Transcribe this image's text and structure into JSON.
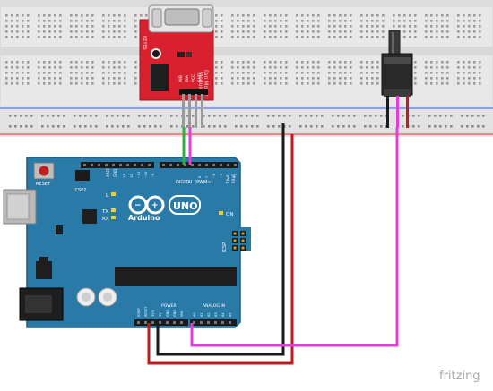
{
  "module": {
    "label_lines": [
      "Fan Motor",
      "Module"
    ],
    "side_text": "KEYES",
    "pin_labels": [
      "INB",
      "INA",
      "VCC",
      "GND"
    ]
  },
  "arduino": {
    "brand": "Arduino",
    "model": "UNO",
    "reset_label": "RESET",
    "icsp2_label": "ICSP2",
    "icsp_label": "ICSP",
    "l_label": "L",
    "tx_label": "TX",
    "rx_label": "RX",
    "on_label": "ON",
    "digital_label": "DIGITAL (PWM~)",
    "aref_label": "AREF",
    "gnd_label": "GND",
    "tx_pin_label": "TX▸1",
    "rx_pin_label": "RX◂0",
    "power_label": "POWER",
    "analog_label": "ANALOG IN",
    "power_pins": [
      "IOREF",
      "RESET",
      "3V3",
      "5V",
      "GND",
      "GND",
      "VIN"
    ],
    "analog_pins": [
      "A0",
      "A1",
      "A2",
      "A3",
      "A4",
      "A5"
    ],
    "digital_pins": [
      "13",
      "12",
      "~11",
      "~10",
      "~9",
      "8",
      "7",
      "~6",
      "~5",
      "4",
      "~3",
      "2"
    ]
  },
  "watermark": "fritzing",
  "colors": {
    "board": "#2a7aa8",
    "module": "#d8202e",
    "wire_red": "#c61a1a",
    "wire_black": "#1a1a1a",
    "wire_green": "#28b43c",
    "wire_magenta": "#e040d8",
    "breadboard": "#e9e9e9",
    "rail_blue": "#3060e0",
    "rail_red": "#e03030"
  }
}
